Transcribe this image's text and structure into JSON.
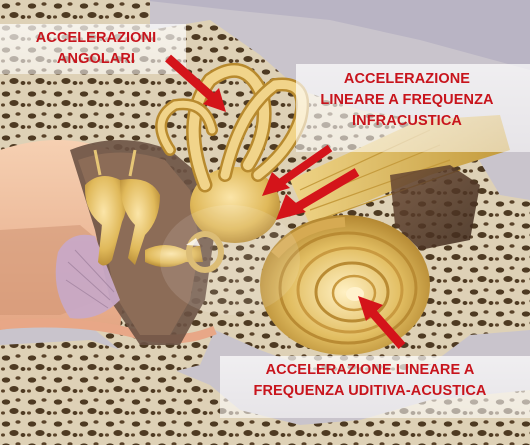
{
  "labels": {
    "angular": [
      "ACCELERAZIONI",
      "ANGOLARI"
    ],
    "infrasonic": [
      "ACCELERAZIONE",
      "LINEARE A FREQUENZA",
      "INFRACUSTICA"
    ],
    "acoustic": [
      "ACCELERAZIONE LINEARE A",
      "FREQUENZA UDITIVA-ACUSTICA"
    ]
  },
  "colors": {
    "label_text": "#c8141c",
    "arrow": "#d4141a",
    "bone": "#ded1b6",
    "bone_pore": "#4e3a22",
    "gold": "#e2be62",
    "gold_dark": "#b88a2e",
    "skin": "#f2c4a4",
    "eardrum": "#c8a9c6"
  }
}
